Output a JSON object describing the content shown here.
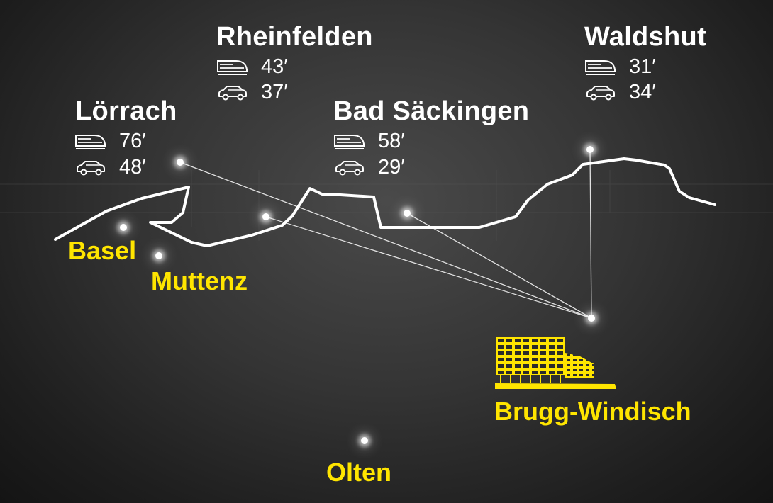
{
  "map": {
    "colors": {
      "background": "#2e2e2e",
      "highlight": "#ffe500",
      "text": "#ffffff"
    },
    "icons": {
      "train": "train-icon",
      "car": "car-icon"
    },
    "destinations": {
      "loerrach": {
        "name": "Lörrach",
        "train": "76′",
        "car": "48′"
      },
      "rheinfelden": {
        "name": "Rheinfelden",
        "train": "43′",
        "car": "37′"
      },
      "bad_saeckingen": {
        "name": "Bad Säckingen",
        "train": "58′",
        "car": "29′"
      },
      "waldshut": {
        "name": "Waldshut",
        "train": "31′",
        "car": "34′"
      }
    },
    "places": {
      "basel": "Basel",
      "muttenz": "Muttenz",
      "olten": "Olten",
      "brugg_windisch": "Brugg-Windisch"
    }
  }
}
